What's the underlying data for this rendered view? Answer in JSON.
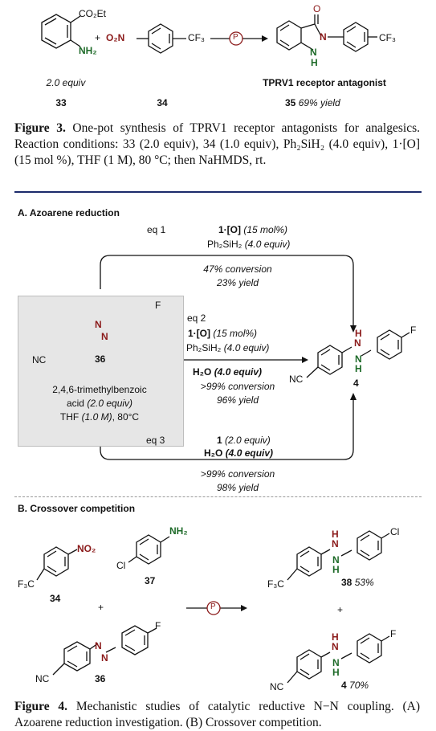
{
  "fig3": {
    "reagent_33": "CO₂Et",
    "nh2": "NH₂",
    "plus": "+",
    "o2n": "O₂N",
    "cf3": "CF₃",
    "catalyst_P": "P",
    "product_O": "O",
    "product_N": "N",
    "product_NH": "N",
    "product_H": "H",
    "equiv_33": "2.0 equiv",
    "label_33": "33",
    "label_34": "34",
    "product_name": "TPRV1 receptor antagonist",
    "label_35": "35",
    "yield_35": "69% yield",
    "caption_lead": "Figure 3.",
    "caption_body": " One-pot synthesis of TPRV1 receptor antagonists for analgesics. Reaction conditions: 33 (2.0 equiv), 34 (1.0 equiv), Ph₂SiH₂ (4.0 equiv), 1·[O] (15 mol %), THF (1 M), 80 °C; then NaHMDS, rt."
  },
  "fig4": {
    "sectionA": "A. Azoarene reduction",
    "eq1": "eq 1",
    "eq1_cat": "1·[O]",
    "eq1_cat_amt": "(15 mol%)",
    "eq1_silane": "Ph₂SiH₂",
    "eq1_silane_amt": "(4.0 equiv)",
    "eq1_conv": "47% conversion",
    "eq1_yield": "23% yield",
    "eq2": "eq 2",
    "eq2_cat": "1·[O]",
    "eq2_cat_amt": "(15 mol%)",
    "eq2_silane": "Ph₂SiH₂",
    "eq2_silane_amt": "(4.0 equiv)",
    "eq2_water": "H₂O",
    "eq2_water_amt": "(4.0 equiv)",
    "eq2_conv": ">99% conversion",
    "eq2_yield": "96% yield",
    "eq3": "eq 3",
    "eq3_cat": "1",
    "eq3_cat_amt": "(2.0 equiv)",
    "eq3_water": "H₂O",
    "eq3_water_amt": "(4.0 equiv)",
    "eq3_conv": ">99% conversion",
    "eq3_yield": "98% yield",
    "label_36": "36",
    "box_acid1": "2,4,6-trimethylbenzoic",
    "box_acid2": "acid",
    "box_acid_amt": "(2.0 equiv)",
    "box_thf": "THF",
    "box_thf_amt": "(1.0 M)",
    "box_temp": ", 80°C",
    "label_4": "4",
    "F": "F",
    "NC": "NC",
    "N": "N",
    "H": "H",
    "sectionB": "B. Crossover competition",
    "f3c": "F₃C",
    "no2": "NO₂",
    "nh2": "NH₂",
    "Cl": "Cl",
    "label_34": "34",
    "label_37": "37",
    "plus": "+",
    "catalyst_P": "P",
    "label_38": "38",
    "yield_38": "53%",
    "label_4b": "4",
    "yield_4": "70%",
    "caption_lead": "Figure 4.",
    "caption_body": " Mechanistic studies of catalytic reductive N−N coupling. (A) Azoarene reduction investigation. (B) Crossover competition."
  },
  "colors": {
    "rule": "#1b2a6b",
    "nitrogen_red": "#8b1a1a",
    "nitrogen_green": "#1f6b2a",
    "box": "#e6e6e6"
  }
}
